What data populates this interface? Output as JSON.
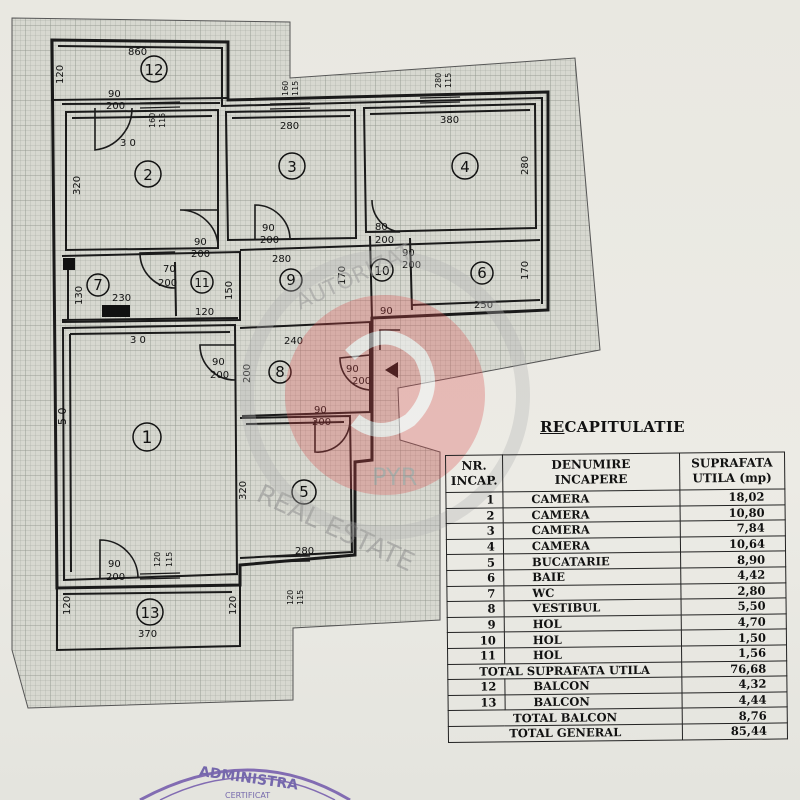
{
  "floorplan": {
    "rooms": [
      {
        "number": "12"
      },
      {
        "number": "2"
      },
      {
        "number": "3"
      },
      {
        "number": "4"
      },
      {
        "number": "7"
      },
      {
        "number": "11"
      },
      {
        "number": "9"
      },
      {
        "number": "10"
      },
      {
        "number": "6"
      },
      {
        "number": "8"
      },
      {
        "number": "1"
      },
      {
        "number": "5"
      },
      {
        "number": "13"
      }
    ],
    "dimensions": [
      "860",
      "120",
      "90",
      "200",
      "160",
      "115",
      "160",
      "115",
      "280",
      "115",
      "3 0",
      "320",
      "280",
      "380",
      "280",
      "90",
      "200",
      "90",
      "200",
      "80",
      "200",
      "280",
      "90",
      "200",
      "170",
      "200",
      "170",
      "70",
      "200",
      "130",
      "230",
      "150",
      "120",
      "90",
      "250",
      "3 0",
      "90",
      "200",
      "200",
      "240",
      "90",
      "200",
      "90",
      "200",
      "5 0",
      "320",
      "90",
      "200",
      "120",
      "115",
      "280",
      "120",
      "115",
      "120",
      "370",
      "120"
    ]
  },
  "recap": {
    "title_underlined": "RE",
    "title_rest": "CAPITULATIE",
    "headers": {
      "nr_line1": "NR.",
      "nr_line2": "INCAP.",
      "den_line1": "DENUMIRE",
      "den_line2": "INCAPERE",
      "sup_line1": "SUPRAFATA",
      "sup_line2": "UTILA (mp)"
    },
    "rows": [
      {
        "nr": "1",
        "name": "CAMERA",
        "area": "18,02"
      },
      {
        "nr": "2",
        "name": "CAMERA",
        "area": "10,80"
      },
      {
        "nr": "3",
        "name": "CAMERA",
        "area": "7,84"
      },
      {
        "nr": "4",
        "name": "CAMERA",
        "area": "10,64"
      },
      {
        "nr": "5",
        "name": "BUCATARIE",
        "area": "8,90"
      },
      {
        "nr": "6",
        "name": "BAIE",
        "area": "4,42"
      },
      {
        "nr": "7",
        "name": "WC",
        "area": "2,80"
      },
      {
        "nr": "8",
        "name": "VESTIBUL",
        "area": "5,50"
      },
      {
        "nr": "9",
        "name": "HOL",
        "area": "4,70"
      },
      {
        "nr": "10",
        "name": "HOL",
        "area": "1,50"
      },
      {
        "nr": "11",
        "name": "HOL",
        "area": "1,56"
      }
    ],
    "total_util": {
      "label": "TOTAL SUPRAFATA UTILA",
      "area": "76,68"
    },
    "balcony_rows": [
      {
        "nr": "12",
        "name": "BALCON",
        "area": "4,32"
      },
      {
        "nr": "13",
        "name": "BALCON",
        "area": "4,44"
      }
    ],
    "total_balcon": {
      "label": "TOTAL BALCON",
      "area": "8,76"
    },
    "total_general": {
      "label": "TOTAL GENERAL",
      "area": "85,44"
    }
  },
  "watermark": {
    "line1": "AUTORIZAT",
    "line2": "REAL ESTATE",
    "brand": "PYR",
    "color": "#d94848"
  },
  "stamp": {
    "line1": "ADMINISTRA",
    "line2": "CERTIFICAT",
    "color": "#6a4fa8"
  }
}
